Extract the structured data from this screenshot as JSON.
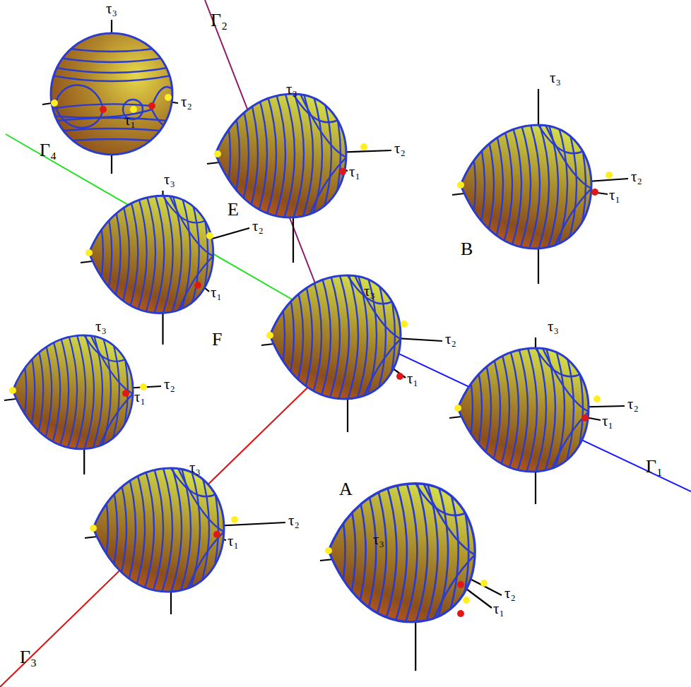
{
  "diagram": {
    "labels": [
      "Γ₂",
      "Γ₄",
      "E",
      "B",
      "F",
      "A",
      "Γ₁",
      "Γ₃",
      "τ₃",
      "τ₂",
      "τ₁",
      "τ₃",
      "τ₂",
      "τ₁",
      "τ₃",
      "τ₂",
      "τ₁",
      "τ₃",
      "τ₂",
      "τ₁",
      "τ₃",
      "τ₂",
      "τ₁",
      "τ₃",
      "τ₂",
      "τ₁",
      "τ₃",
      "τ₂",
      "τ₁",
      "τ₃",
      "τ₂",
      "τ₁",
      "τ₃",
      "τ₂",
      "τ₁"
    ]
  }
}
